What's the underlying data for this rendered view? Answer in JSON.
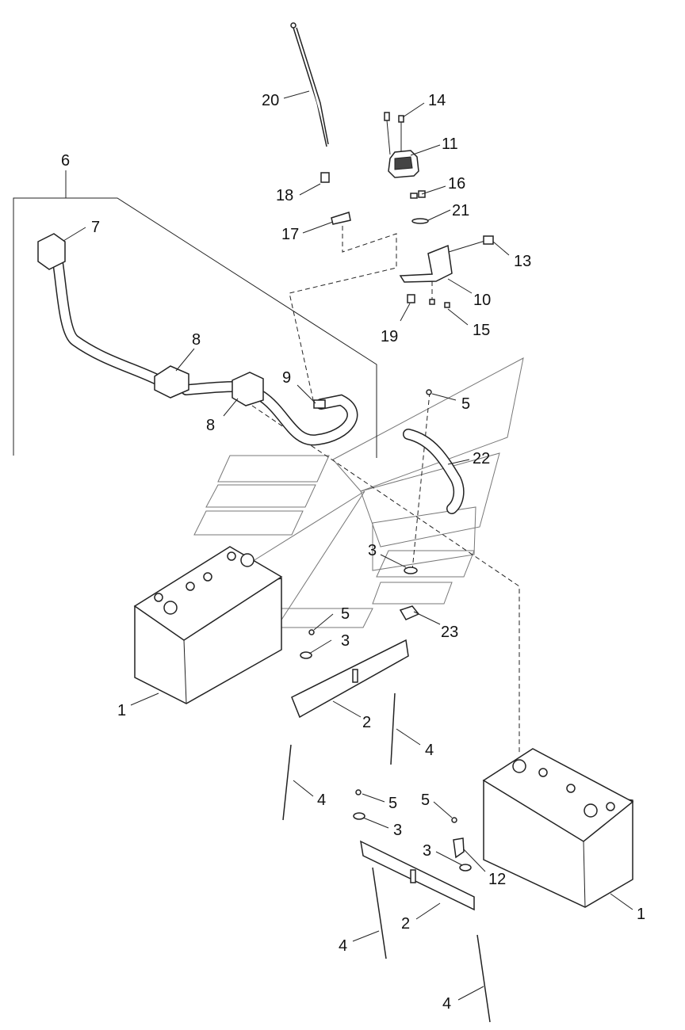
{
  "labels": [
    {
      "id": "l-20",
      "text": "20"
    },
    {
      "id": "l-14",
      "text": "14"
    },
    {
      "id": "l-11",
      "text": "11"
    },
    {
      "id": "l-16",
      "text": "16"
    },
    {
      "id": "l-18",
      "text": "18"
    },
    {
      "id": "l-21",
      "text": "21"
    },
    {
      "id": "l-17",
      "text": "17"
    },
    {
      "id": "l-13",
      "text": "13"
    },
    {
      "id": "l-10",
      "text": "10"
    },
    {
      "id": "l-19",
      "text": "19"
    },
    {
      "id": "l-15",
      "text": "15"
    },
    {
      "id": "l-6",
      "text": "6"
    },
    {
      "id": "l-7",
      "text": "7"
    },
    {
      "id": "l-8a",
      "text": "8"
    },
    {
      "id": "l-8b",
      "text": "8"
    },
    {
      "id": "l-9",
      "text": "9"
    },
    {
      "id": "l-5a",
      "text": "5"
    },
    {
      "id": "l-22",
      "text": "22"
    },
    {
      "id": "l-3a",
      "text": "3"
    },
    {
      "id": "l-5b",
      "text": "5"
    },
    {
      "id": "l-3b",
      "text": "3"
    },
    {
      "id": "l-23",
      "text": "23"
    },
    {
      "id": "l-1a",
      "text": "1"
    },
    {
      "id": "l-2a",
      "text": "2"
    },
    {
      "id": "l-4a",
      "text": "4"
    },
    {
      "id": "l-4b",
      "text": "4"
    },
    {
      "id": "l-5c",
      "text": "5"
    },
    {
      "id": "l-5d",
      "text": "5"
    },
    {
      "id": "l-3c",
      "text": "3"
    },
    {
      "id": "l-3d",
      "text": "3"
    },
    {
      "id": "l-12",
      "text": "12"
    },
    {
      "id": "l-1b",
      "text": "1"
    },
    {
      "id": "l-2b",
      "text": "2"
    },
    {
      "id": "l-4c",
      "text": "4"
    },
    {
      "id": "l-4d",
      "text": "4"
    }
  ]
}
